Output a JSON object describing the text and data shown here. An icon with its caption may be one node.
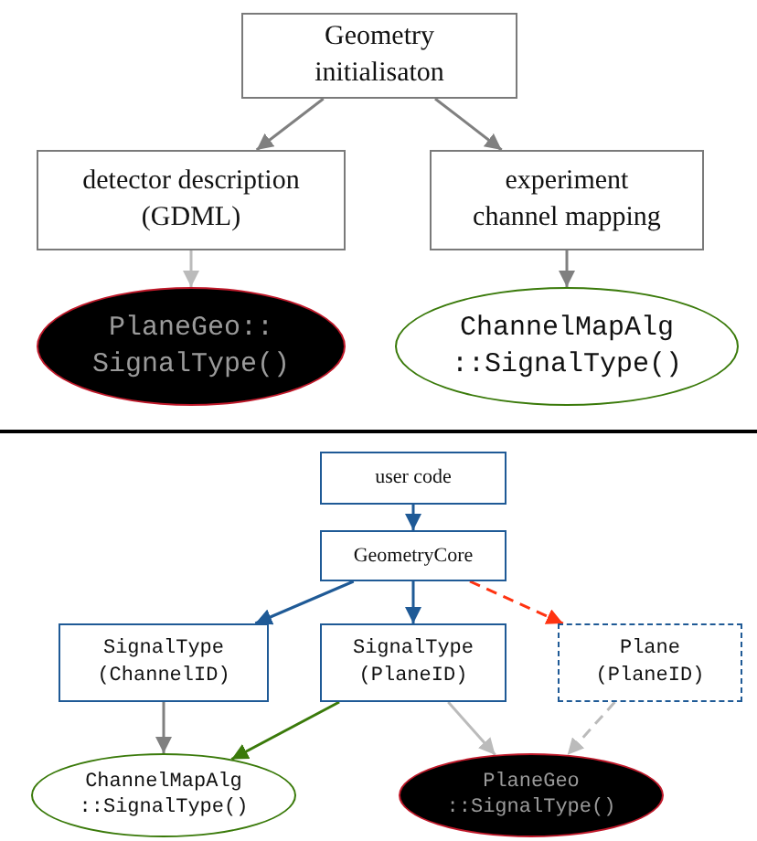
{
  "diagram": {
    "nodes": [
      {
        "text": [
          "Geometry initialisaton"
        ]
      },
      {
        "text": [
          "detector description (GDML)"
        ]
      },
      {
        "text": [
          "experiment channel mapping"
        ]
      },
      {
        "text": [
          "PlaneGeo:: SignalType()"
        ]
      },
      {
        "text": [
          "ChannelMapAlg ::SignalType()"
        ]
      },
      {
        "text": [
          "user code"
        ]
      },
      {
        "text": [
          "GeometryCore"
        ]
      },
      {
        "text": [
          "SignalType (ChannelID)"
        ]
      },
      {
        "text": [
          "SignalType (PlaneID)"
        ]
      },
      {
        "text": [
          "Plane (PlaneID)"
        ]
      },
      {
        "text": [
          "ChannelMapAlg ::SignalType()"
        ]
      },
      {
        "text": [
          "PlaneGeo ::SignalType()"
        ]
      }
    ],
    "edges": [
      {
        "from": 0,
        "to": 1,
        "arrow": "to"
      },
      {
        "from": 0,
        "to": 2,
        "arrow": "to"
      },
      {
        "from": 1,
        "to": 3,
        "arrow": "to",
        "color": "#bbbbbb"
      },
      {
        "from": 2,
        "to": 4,
        "arrow": "to"
      },
      {
        "from": 5,
        "to": 6,
        "arrow": "to",
        "color": "#1f5a96"
      },
      {
        "from": 6,
        "to": 7,
        "arrow": "to",
        "color": "#1f5a96"
      },
      {
        "from": 6,
        "to": 8,
        "arrow": "to",
        "color": "#1f5a96"
      },
      {
        "from": 6,
        "to": 9,
        "arrow": "to",
        "style": "dashed",
        "color": "#ff3311"
      },
      {
        "from": 7,
        "to": 10,
        "arrow": "to"
      },
      {
        "from": 8,
        "to": 10,
        "arrow": "to",
        "color": "#3a7a0a"
      },
      {
        "from": 8,
        "to": 11,
        "arrow": "to",
        "color": "#bbbbbb"
      },
      {
        "from": 9,
        "to": 11,
        "arrow": "to",
        "style": "dashed",
        "color": "#bbbbbb"
      }
    ]
  }
}
